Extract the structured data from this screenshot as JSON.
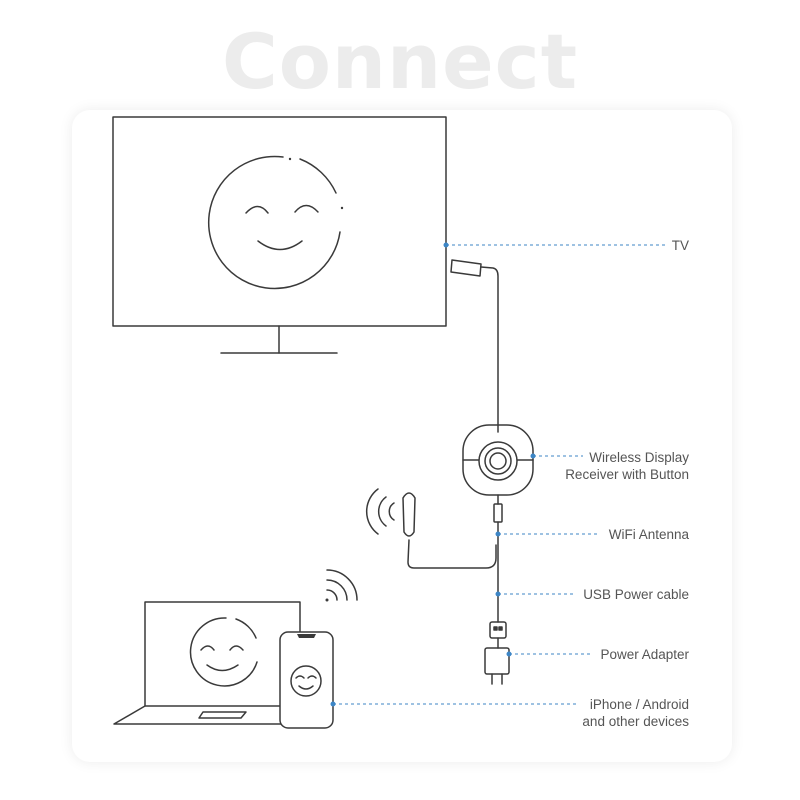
{
  "title": "Connect",
  "labels": {
    "tv": "TV",
    "receiver_line1": "Wireless Display",
    "receiver_line2": "Receiver with Button",
    "wifi_antenna": "WiFi Antenna",
    "usb_power_cable": "USB Power cable",
    "power_adapter": "Power Adapter",
    "devices_line1": "iPhone / Android",
    "devices_line2": "and other devices"
  },
  "colors": {
    "line": "#3a3a3a",
    "leader": "#3d86c6",
    "dot": "#3d86c6",
    "label": "#555555",
    "title": "#ececec"
  },
  "icons": [
    "tv-icon",
    "smiley-face-icon",
    "receiver-dongle-icon",
    "wifi-signal-icon",
    "usb-plug-icon",
    "power-adapter-icon",
    "laptop-icon",
    "smartphone-icon"
  ]
}
